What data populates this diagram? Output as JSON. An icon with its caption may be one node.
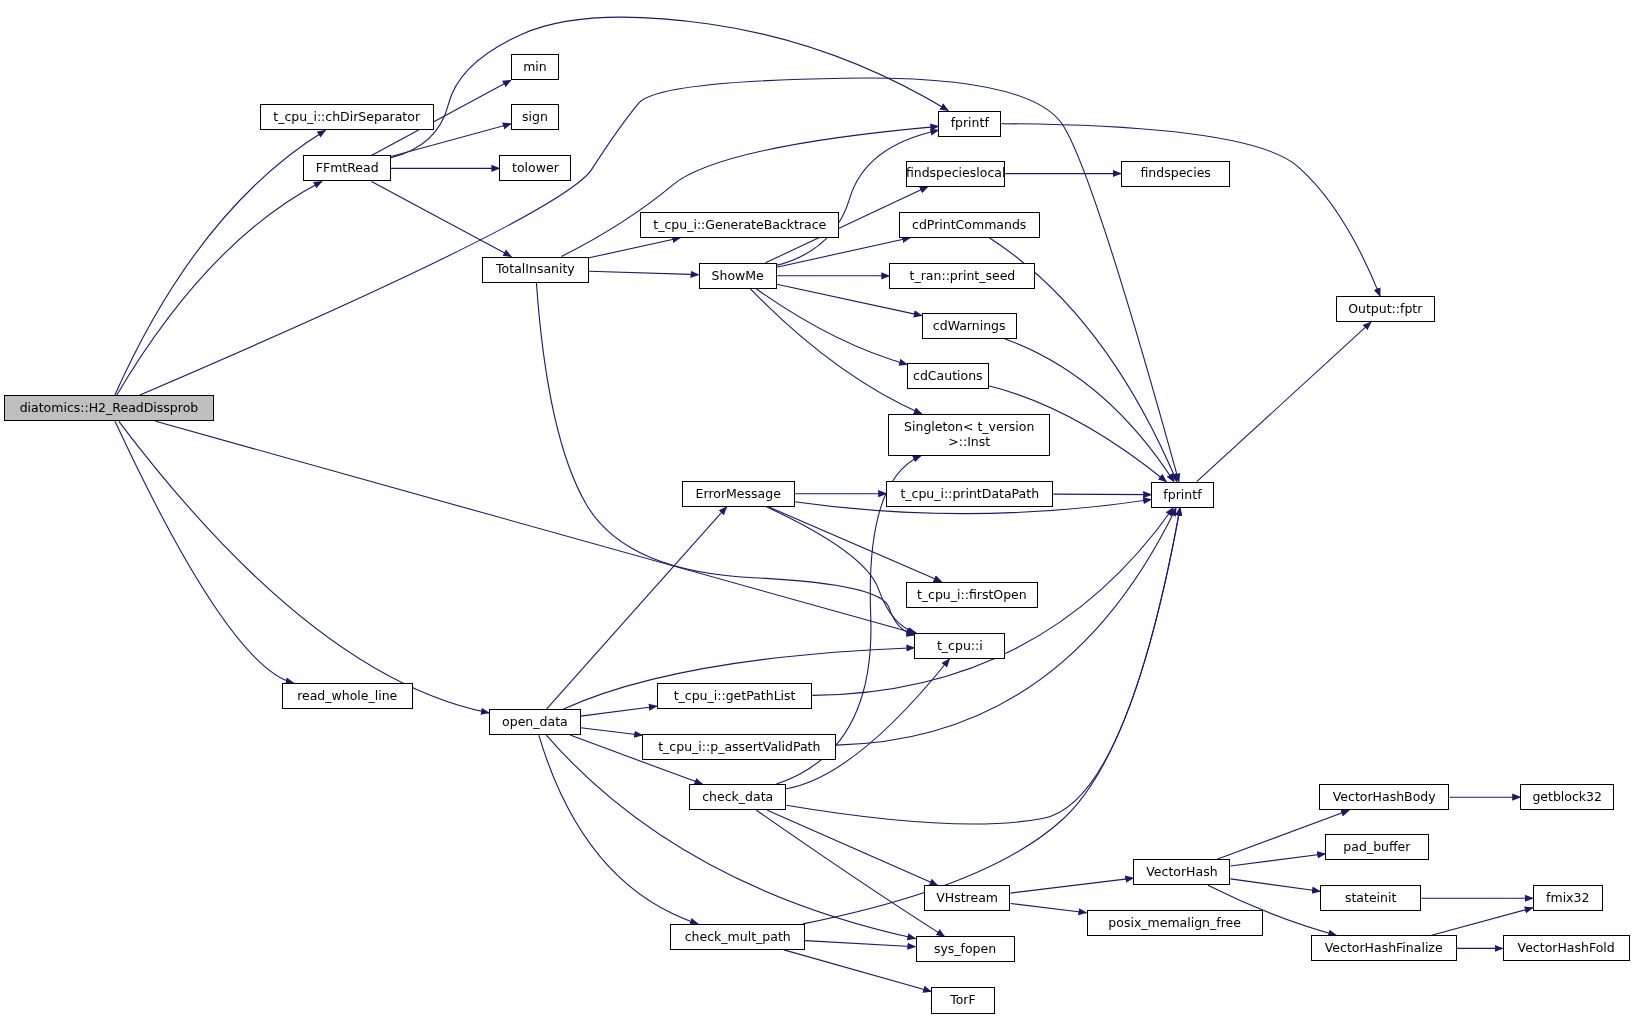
{
  "diagram": {
    "nodes": [
      {
        "text": [
          "diatomics::H2_ReadDissprob"
        ]
      },
      {
        "text": [
          "t_cpu_i::chDirSeparator"
        ]
      },
      {
        "text": [
          "FFmtRead"
        ]
      },
      {
        "text": [
          "min"
        ]
      },
      {
        "text": [
          "sign"
        ]
      },
      {
        "text": [
          "tolower"
        ]
      },
      {
        "text": [
          "fprintf"
        ]
      },
      {
        "text": [
          "TotalInsanity"
        ]
      },
      {
        "text": [
          "t_cpu_i::GenerateBacktrace"
        ]
      },
      {
        "text": [
          "ShowMe"
        ]
      },
      {
        "text": [
          "findspecieslocal"
        ]
      },
      {
        "text": [
          "findspecies"
        ]
      },
      {
        "text": [
          "cdPrintCommands"
        ]
      },
      {
        "text": [
          "t_ran::print_seed"
        ]
      },
      {
        "text": [
          "cdWarnings"
        ]
      },
      {
        "text": [
          "cdCautions"
        ]
      },
      {
        "text": [
          "Singleton< t_version >::Inst"
        ]
      },
      {
        "text": [
          "Output::fptr"
        ]
      },
      {
        "text": [
          "fprintf"
        ]
      },
      {
        "text": [
          "ErrorMessage"
        ]
      },
      {
        "text": [
          "t_cpu_i::printDataPath"
        ]
      },
      {
        "text": [
          "t_cpu_i::firstOpen"
        ]
      },
      {
        "text": [
          "t_cpu::i"
        ]
      },
      {
        "text": [
          "read_whole_line"
        ]
      },
      {
        "text": [
          "open_data"
        ]
      },
      {
        "text": [
          "t_cpu_i::getPathList"
        ]
      },
      {
        "text": [
          "t_cpu_i::p_assertValidPath"
        ]
      },
      {
        "text": [
          "check_data"
        ]
      },
      {
        "text": [
          "check_mult_path"
        ]
      },
      {
        "text": [
          "VHstream"
        ]
      },
      {
        "text": [
          "sys_fopen"
        ]
      },
      {
        "text": [
          "TorF"
        ]
      },
      {
        "text": [
          "VectorHash"
        ]
      },
      {
        "text": [
          "posix_memalign_free"
        ]
      },
      {
        "text": [
          "VectorHashBody"
        ]
      },
      {
        "text": [
          "pad_buffer"
        ]
      },
      {
        "text": [
          "stateinit"
        ]
      },
      {
        "text": [
          "VectorHashFinalize"
        ]
      },
      {
        "text": [
          "getblock32"
        ]
      },
      {
        "text": [
          "fmix32"
        ]
      },
      {
        "text": [
          "VectorHashFold"
        ]
      }
    ],
    "edges": [
      {
        "from": 0,
        "to": 1,
        "arrow": "to"
      },
      {
        "from": 0,
        "to": 2,
        "arrow": "to"
      },
      {
        "from": 0,
        "to": 18,
        "arrow": "to"
      },
      {
        "from": 0,
        "to": 22,
        "arrow": "to"
      },
      {
        "from": 0,
        "to": 23,
        "arrow": "to"
      },
      {
        "from": 0,
        "to": 24,
        "arrow": "to"
      },
      {
        "from": 2,
        "to": 6,
        "arrow": "to"
      },
      {
        "from": 2,
        "to": 3,
        "arrow": "to"
      },
      {
        "from": 2,
        "to": 4,
        "arrow": "to"
      },
      {
        "from": 2,
        "to": 5,
        "arrow": "to"
      },
      {
        "from": 2,
        "to": 7,
        "arrow": "to"
      },
      {
        "from": 7,
        "to": 6,
        "arrow": "to"
      },
      {
        "from": 7,
        "to": 8,
        "arrow": "to"
      },
      {
        "from": 7,
        "to": 9,
        "arrow": "to"
      },
      {
        "from": 7,
        "to": 22,
        "arrow": "to"
      },
      {
        "from": 9,
        "to": 6,
        "arrow": "to"
      },
      {
        "from": 9,
        "to": 10,
        "arrow": "to"
      },
      {
        "from": 9,
        "to": 12,
        "arrow": "to"
      },
      {
        "from": 9,
        "to": 13,
        "arrow": "to"
      },
      {
        "from": 9,
        "to": 14,
        "arrow": "to"
      },
      {
        "from": 9,
        "to": 15,
        "arrow": "to"
      },
      {
        "from": 9,
        "to": 16,
        "arrow": "to"
      },
      {
        "from": 10,
        "to": 11,
        "arrow": "to"
      },
      {
        "from": 12,
        "to": 18,
        "arrow": "to"
      },
      {
        "from": 14,
        "to": 18,
        "arrow": "to"
      },
      {
        "from": 15,
        "to": 18,
        "arrow": "to"
      },
      {
        "from": 6,
        "to": 17,
        "arrow": "to"
      },
      {
        "from": 18,
        "to": 17,
        "arrow": "to"
      },
      {
        "from": 19,
        "to": 20,
        "arrow": "to"
      },
      {
        "from": 19,
        "to": 18,
        "arrow": "to"
      },
      {
        "from": 19,
        "to": 21,
        "arrow": "to"
      },
      {
        "from": 19,
        "to": 22,
        "arrow": "to"
      },
      {
        "from": 20,
        "to": 18,
        "arrow": "to"
      },
      {
        "from": 24,
        "to": 19,
        "arrow": "to"
      },
      {
        "from": 24,
        "to": 22,
        "arrow": "to"
      },
      {
        "from": 24,
        "to": 25,
        "arrow": "to"
      },
      {
        "from": 24,
        "to": 26,
        "arrow": "to"
      },
      {
        "from": 24,
        "to": 27,
        "arrow": "to"
      },
      {
        "from": 24,
        "to": 28,
        "arrow": "to"
      },
      {
        "from": 24,
        "to": 30,
        "arrow": "to"
      },
      {
        "from": 25,
        "to": 18,
        "arrow": "to"
      },
      {
        "from": 26,
        "to": 18,
        "arrow": "to"
      },
      {
        "from": 27,
        "to": 16,
        "arrow": "to"
      },
      {
        "from": 27,
        "to": 22,
        "arrow": "to"
      },
      {
        "from": 27,
        "to": 18,
        "arrow": "to"
      },
      {
        "from": 27,
        "to": 29,
        "arrow": "to"
      },
      {
        "from": 27,
        "to": 30,
        "arrow": "to"
      },
      {
        "from": 28,
        "to": 18,
        "arrow": "to"
      },
      {
        "from": 28,
        "to": 30,
        "arrow": "to"
      },
      {
        "from": 28,
        "to": 31,
        "arrow": "to"
      },
      {
        "from": 29,
        "to": 32,
        "arrow": "to"
      },
      {
        "from": 29,
        "to": 33,
        "arrow": "to"
      },
      {
        "from": 32,
        "to": 34,
        "arrow": "to"
      },
      {
        "from": 32,
        "to": 35,
        "arrow": "to"
      },
      {
        "from": 32,
        "to": 36,
        "arrow": "to"
      },
      {
        "from": 32,
        "to": 37,
        "arrow": "to"
      },
      {
        "from": 34,
        "to": 38,
        "arrow": "to"
      },
      {
        "from": 36,
        "to": 39,
        "arrow": "to"
      },
      {
        "from": 37,
        "to": 39,
        "arrow": "to"
      },
      {
        "from": 37,
        "to": 40,
        "arrow": "to"
      }
    ]
  }
}
